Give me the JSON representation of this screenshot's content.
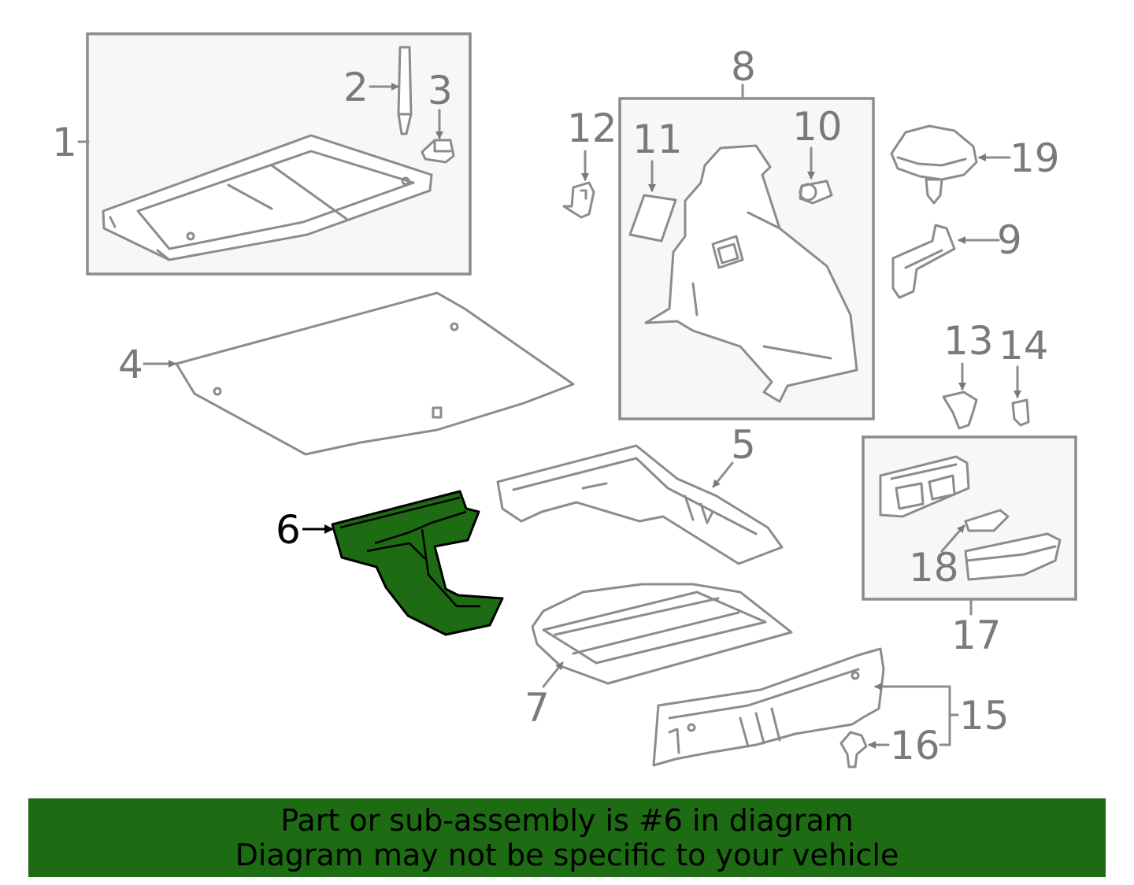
{
  "callouts": {
    "c1": "1",
    "c2": "2",
    "c3": "3",
    "c4": "4",
    "c5": "5",
    "c6": "6",
    "c7": "7",
    "c8": "8",
    "c9": "9",
    "c10": "10",
    "c11": "11",
    "c12": "12",
    "c13": "13",
    "c14": "14",
    "c15": "15",
    "c16": "16",
    "c17": "17",
    "c18": "18",
    "c19": "19"
  },
  "highlighted_part": "6",
  "colors": {
    "highlight": "#1d6b12",
    "line": "#8c8c8c"
  },
  "notice": {
    "line1": "Part or sub-assembly is #6 in diagram",
    "line2": "Diagram may not be specific to your vehicle"
  }
}
